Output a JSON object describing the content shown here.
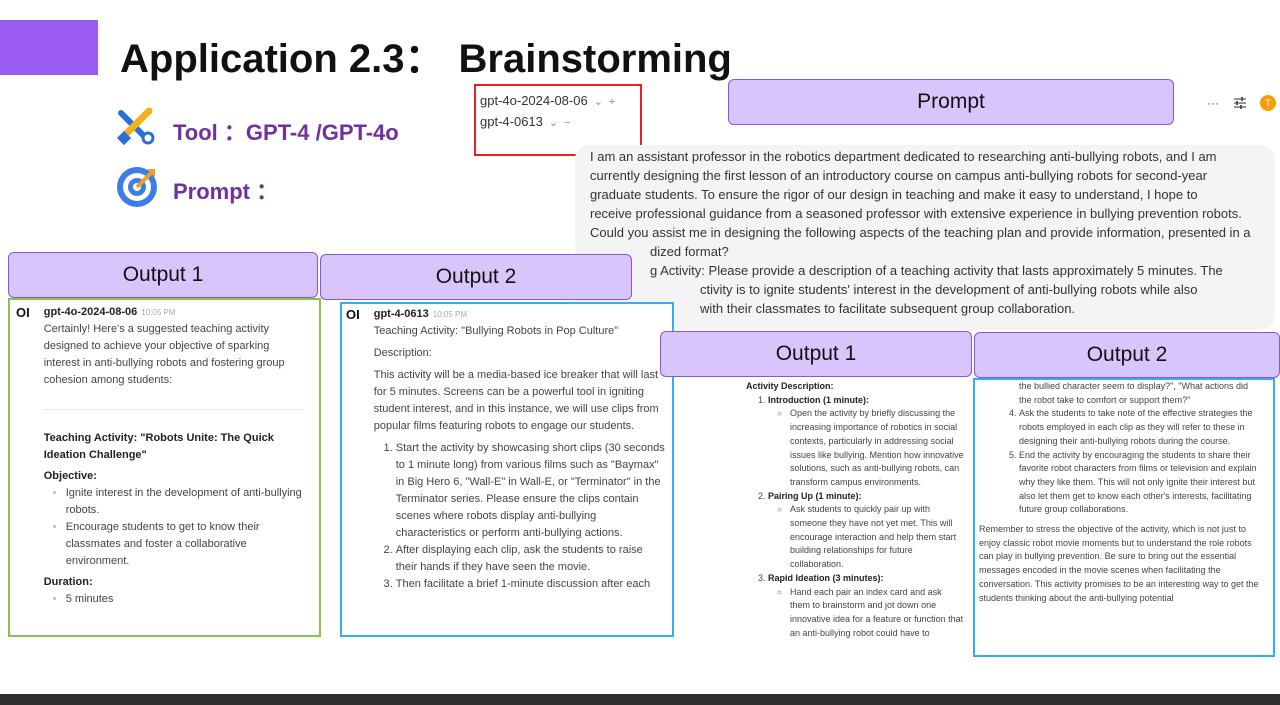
{
  "slide": {
    "title_prefix": "Application 2.3：",
    "title_main": "Brainstorming",
    "tool_label": "Tool ：GPT-4 /GPT-4o",
    "prompt_label": "Prompt ："
  },
  "models": [
    {
      "name": "gpt-4o-2024-08-06",
      "chevron": "⌄",
      "action": "+"
    },
    {
      "name": "gpt-4-0613",
      "chevron": "⌄",
      "action": "−"
    }
  ],
  "tags": {
    "prompt": "Prompt",
    "output1": "Output 1",
    "output2": "Output 2"
  },
  "toolbar": {
    "more": "···",
    "avatar": "T",
    "avatar_color": "#f59e0b"
  },
  "prompt_lines": [
    "I am an assistant professor in the robotics department dedicated to researching anti-bullying robots, and I am",
    "currently designing the first lesson of an introductory course on campus anti-bullying robots for second-year",
    "graduate students. To ensure the rigor of our design in teaching and make it easy to understand, I hope to",
    "receive professional guidance from a seasoned professor with extensive experience in bullying prevention robots.",
    "Could you assist me in designing the following aspects of the teaching plan and provide information, presented in a",
    "dized format?",
    "g Activity: Please provide a description of a teaching activity that lasts approximately 5 minutes. The",
    "ctivity is to ignite students' interest in the development of anti-bullying robots while also",
    "with their classmates to facilitate subsequent group collaboration."
  ],
  "out1": {
    "logo": "OI",
    "model": "gpt-4o-2024-08-06",
    "time": "10:05 PM",
    "intro": "Certainly! Here's a suggested teaching activity designed to achieve your objective of sparking interest in anti-bullying robots and fostering group cohesion among students:",
    "heading": "Teaching Activity: \"Robots Unite: The Quick Ideation Challenge\"",
    "objective_label": "Objective:",
    "objectives": [
      "Ignite interest in the development of anti-bullying robots.",
      "Encourage students to get to know their classmates and foster a collaborative environment."
    ],
    "duration_label": "Duration:",
    "duration": "5 minutes"
  },
  "out2": {
    "logo": "OI",
    "model": "gpt-4-0613",
    "time": "10:05 PM",
    "heading": "Teaching Activity: \"Bullying Robots in Pop Culture\"",
    "desc_label": "Description:",
    "desc": "This activity will be a media-based ice breaker that will last for 5 minutes. Screens can be a powerful tool in igniting student interest, and in this instance, we will use clips from popular films featuring robots to engage our students.",
    "steps": [
      "Start the activity by showcasing short clips (30 seconds to 1 minute long) from various films such as \"Baymax\" in Big Hero 6, \"Wall-E\" in Wall-E, or \"Terminator\" in the Terminator series. Please ensure the clips contain scenes where robots display anti-bullying characteristics or perform anti-bullying actions.",
      "After displaying each clip, ask the students to raise their hands if they have seen the movie.",
      "Then facilitate a brief 1-minute discussion after each"
    ]
  },
  "out1b": {
    "label": "Activity Description:",
    "items": [
      {
        "title": "Introduction (1 minute):",
        "text": "Open the activity by briefly discussing the increasing importance of robotics in social contexts, particularly in addressing social issues like bullying. Mention how innovative solutions, such as anti-bullying robots, can transform campus environments."
      },
      {
        "title": "Pairing Up (1 minute):",
        "text": "Ask students to quickly pair up with someone they have not yet met. This will encourage interaction and help them start building relationships for future collaboration."
      },
      {
        "title": "Rapid Ideation (3 minutes):",
        "text": "Hand each pair an index card and ask them to brainstorm and jot down one innovative idea for a feature or function that an anti-bullying robot could have to"
      }
    ]
  },
  "out2b": {
    "cont": "the bullied character seem to display?\", \"What actions did the robot take to comfort or support them?\"",
    "steps": [
      "Ask the students to take note of the effective strategies the robots employed in each clip as they will refer to these in designing their anti-bullying robots during the course.",
      "End the activity by encouraging the students to share their favorite robot characters from films or television and explain why they like them. This will not only ignite their interest but also let them get to know each other's interests, facilitating future group collaborations."
    ],
    "closing": "Remember to stress the objective of the activity, which is not just to enjoy classic robot movie moments but to understand the role robots can play in bullying prevention. Be sure to bring out the essential messages encoded in the movie scenes when facilitating the conversation. This activity promises to be an interesting way to get the students thinking about the anti-bullying potential"
  }
}
